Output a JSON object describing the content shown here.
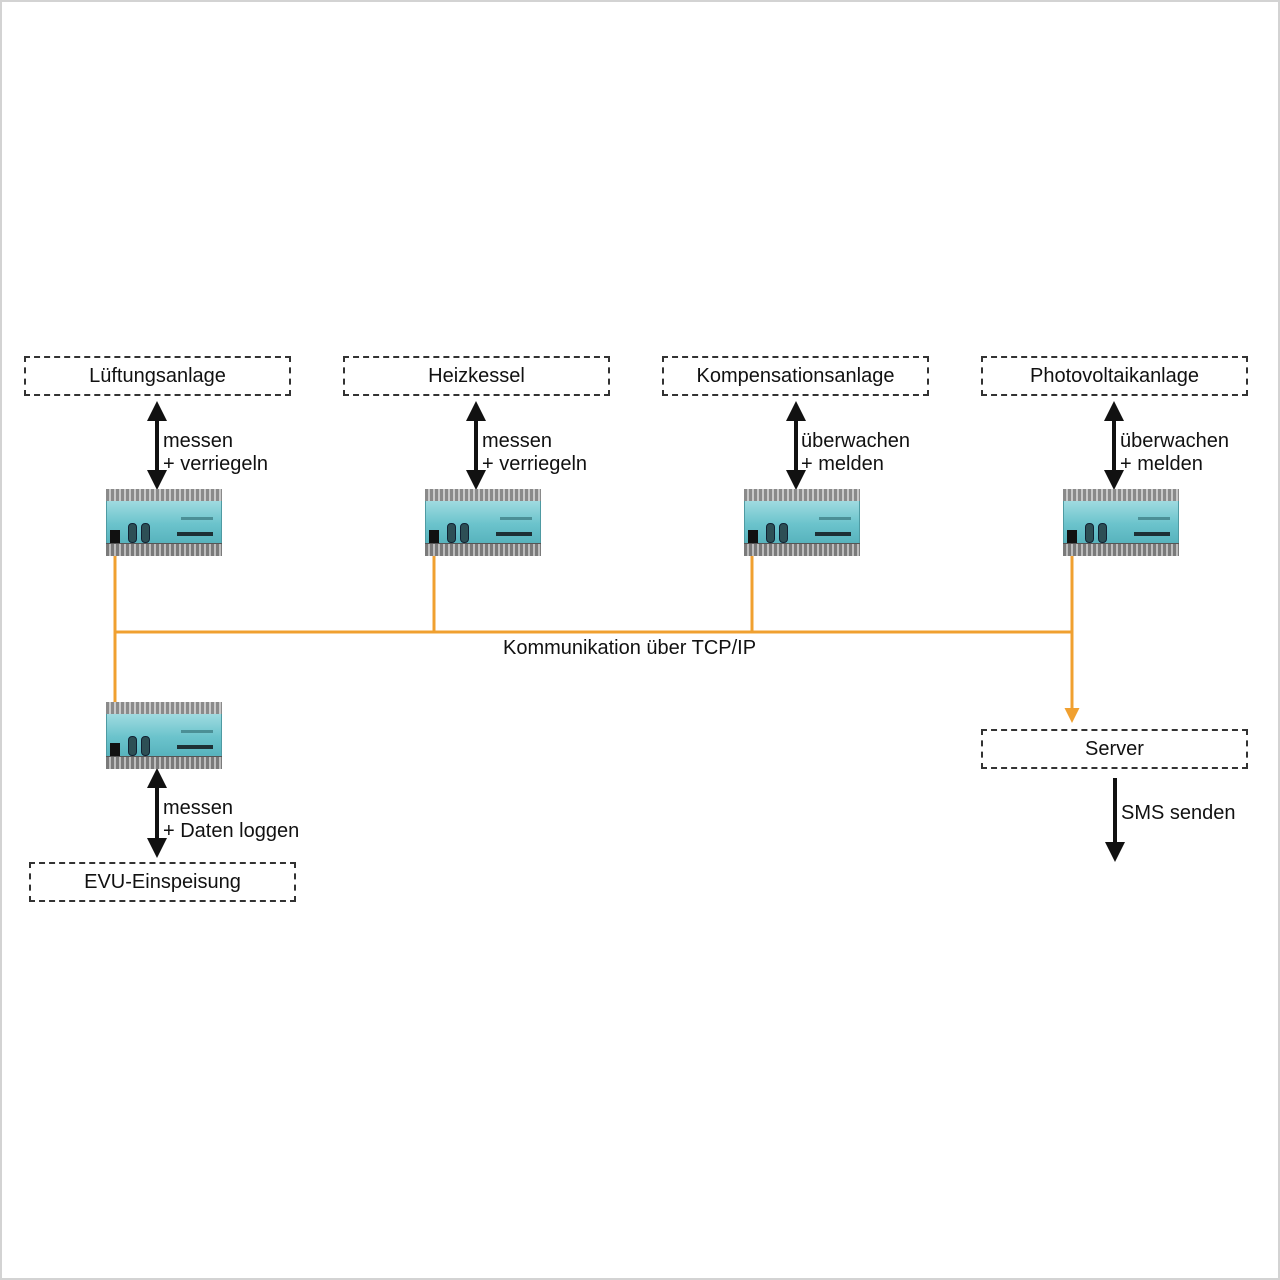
{
  "boxes": {
    "lueftung": "Lüftungsanlage",
    "heizkessel": "Heizkessel",
    "kompensation": "Kompensationsanlage",
    "photovoltaik": "Photovoltaikanlage",
    "evu": "EVU-Einspeisung",
    "server": "Server"
  },
  "actions": {
    "lueftung": [
      "messen",
      "+ verriegeln"
    ],
    "heizkessel": [
      "messen",
      "+ verriegeln"
    ],
    "kompensation": [
      "überwachen",
      "+ melden"
    ],
    "photovoltaik": [
      "überwachen",
      "+ melden"
    ],
    "evu": [
      "messen",
      "+ Daten loggen"
    ]
  },
  "bus_label": "Kommunikation über TCP/IP",
  "sms_label": "SMS senden",
  "colors": {
    "bus": "#f0a030",
    "arrow": "#111111",
    "device": "#6bc3cc"
  },
  "icons": {
    "controller": "plc-controller-icon"
  }
}
